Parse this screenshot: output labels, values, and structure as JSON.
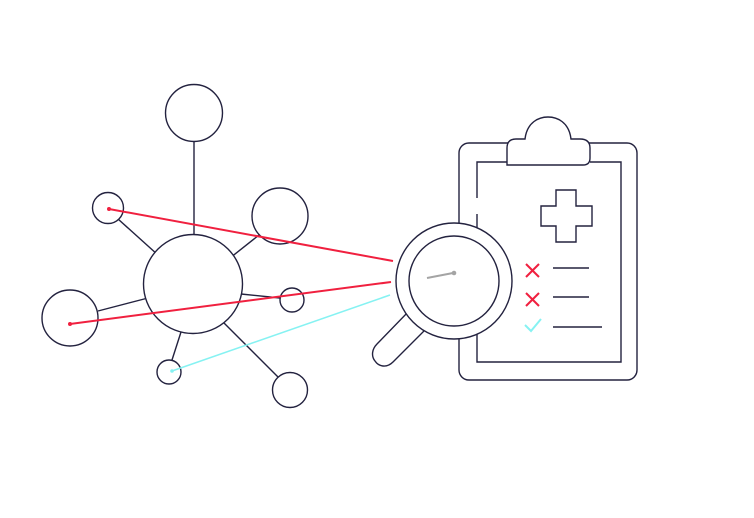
{
  "illustration": {
    "network": {
      "hub": "hub-node",
      "satellites": [
        "satellite-top",
        "satellite-upper-left",
        "satellite-upper-right",
        "satellite-left",
        "satellite-right-small",
        "satellite-lower-left",
        "satellite-lower-right"
      ]
    },
    "magnifier": {
      "icon": "magnifying-glass-icon"
    },
    "clipboard": {
      "icon": "clipboard-icon",
      "symbol": "medical-cross-icon",
      "checklist": [
        {
          "status": "fail",
          "icon": "x-mark-icon"
        },
        {
          "status": "fail",
          "icon": "x-mark-icon"
        },
        {
          "status": "pass",
          "icon": "check-mark-icon"
        }
      ]
    },
    "links": [
      {
        "from": "satellite-upper-left",
        "to": "magnifying-glass",
        "kind": "mismatch"
      },
      {
        "from": "satellite-left",
        "to": "magnifying-glass",
        "kind": "mismatch"
      },
      {
        "from": "satellite-lower-left",
        "to": "magnifying-glass",
        "kind": "match"
      }
    ],
    "colors": {
      "outline": "#23223f",
      "mismatch": "#f0203f",
      "match": "#86f2f2",
      "needle": "#a4a4a4",
      "background": "#ffffff"
    }
  }
}
